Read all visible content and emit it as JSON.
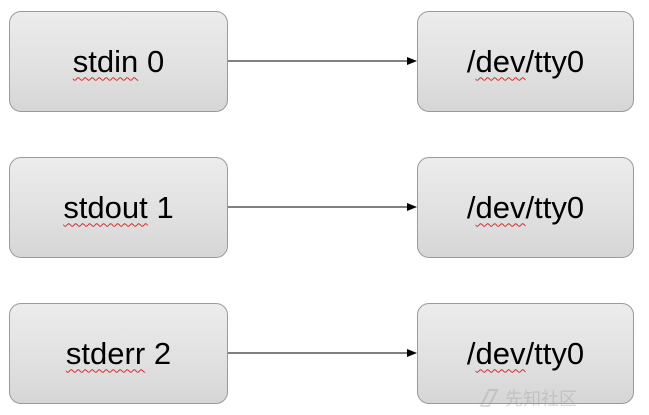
{
  "rows": [
    {
      "fd_name": "stdin",
      "fd_number": "0",
      "target": "/dev/tty0"
    },
    {
      "fd_name": "stdout",
      "fd_number": "1",
      "target": "/dev/tty0"
    },
    {
      "fd_name": "stderr",
      "fd_number": "2",
      "target": "/dev/tty0"
    }
  ],
  "colors": {
    "box_fill": "#e1e1e1",
    "box_border": "#9a9a9a",
    "arrow": "#000000",
    "spellcheck_underline": "#d52b2b"
  },
  "watermark": {
    "text": "先知社区"
  }
}
